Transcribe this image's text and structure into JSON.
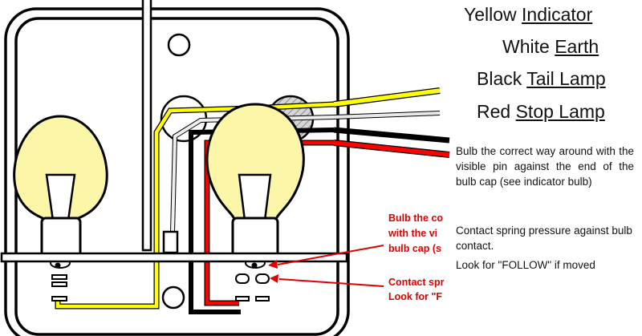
{
  "legend": [
    {
      "color_word": "Yellow",
      "function": "Indicator"
    },
    {
      "color_word": "White",
      "function": "Earth"
    },
    {
      "color_word": "Black",
      "function": "Tail Lamp"
    },
    {
      "color_word": "Red",
      "function": "Stop Lamp"
    }
  ],
  "notes": {
    "bulb_orientation": "Bulb the correct way around with the visible pin against the end of the bulb cap (see indicator bulb)",
    "contact_spring": "Contact spring pressure against bulb contact.",
    "follow": "Look for \"FOLLOW\" if moved"
  },
  "callouts": {
    "bulb_lines": [
      "Bulb the co",
      "with the vi",
      "bulb cap (s"
    ],
    "spring_lines": [
      "Contact spr",
      "Look for \"F"
    ]
  },
  "colors": {
    "yellow_wire": "#ffff00",
    "white_wire": "#e0e0e0",
    "black_wire": "#000000",
    "red_wire": "#ff0000",
    "bulb_glass": "#fbf6a8",
    "annotation_red": "#e00000"
  }
}
